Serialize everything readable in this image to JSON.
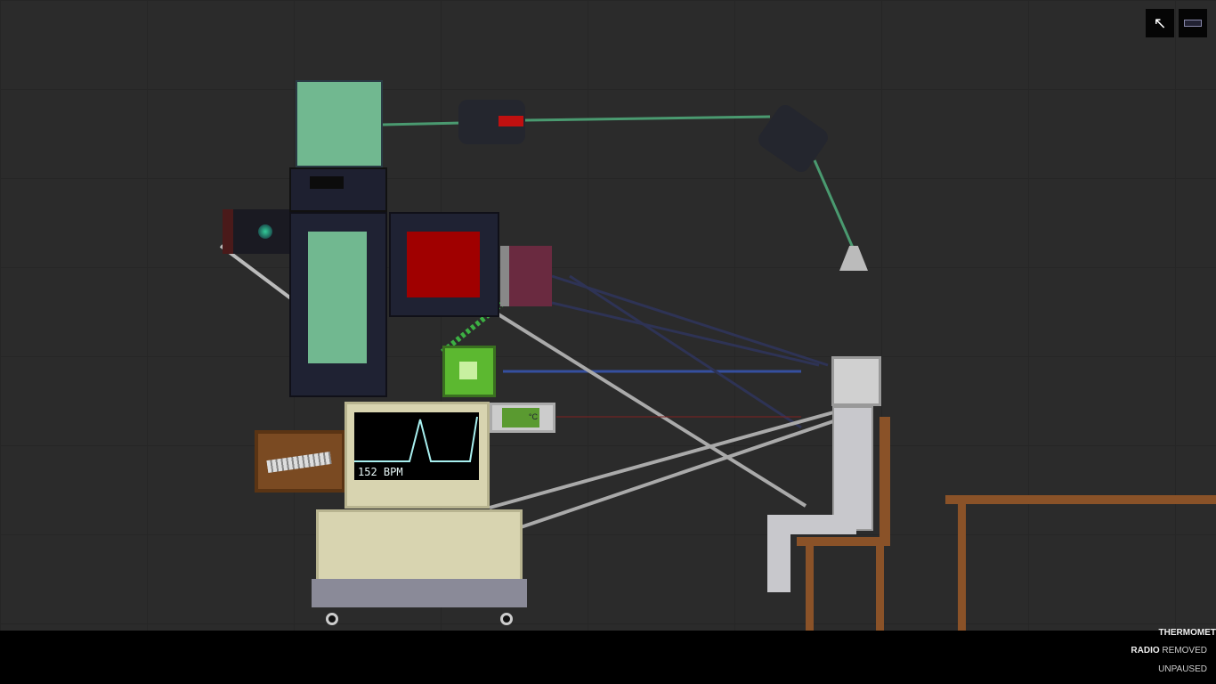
{
  "toolbar": {
    "items": [
      {
        "icon": "pointer-cursor-icon"
      },
      {
        "icon": "radio-device-icon"
      }
    ]
  },
  "monitor": {
    "bpm_text": "152 BPM"
  },
  "thermometer": {
    "unit": "°C"
  },
  "notifications": [
    {
      "bold": "THERMOMET",
      "text": ""
    },
    {
      "bold": "RADIO",
      "text": " REMOVED"
    },
    {
      "bold": "",
      "text": "UNPAUSED"
    }
  ],
  "colors": {
    "background": "#2b2b2b",
    "ground": "#000000",
    "screen_trace": "#a8f0f0",
    "green_panel": "#71b890",
    "red_panel": "#a00000"
  }
}
